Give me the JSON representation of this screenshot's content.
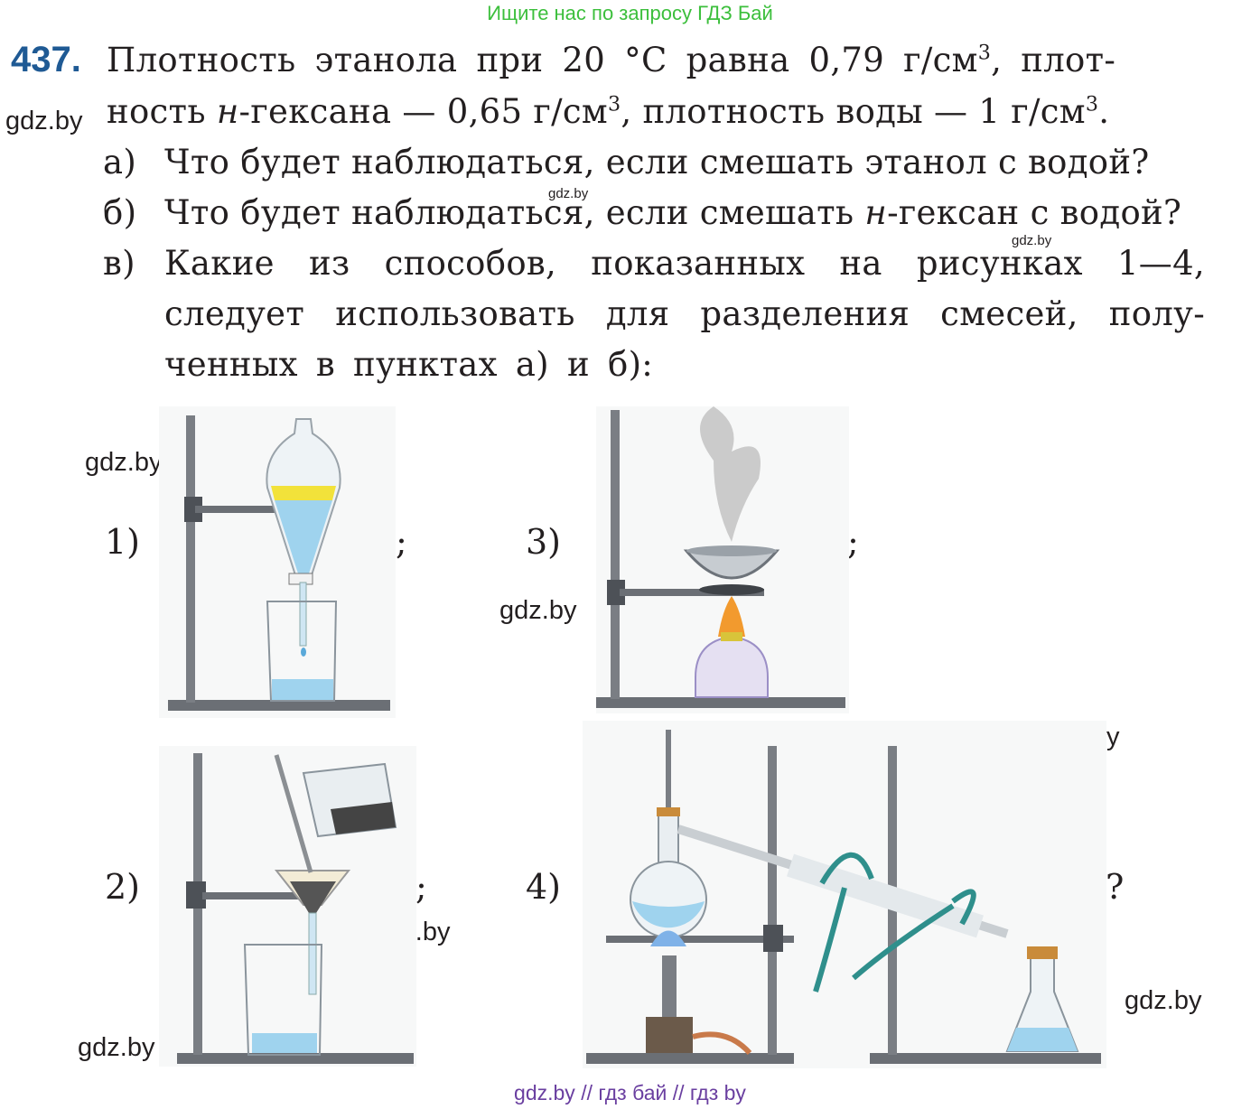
{
  "banner": "Ищите нас по запросу ГДЗ Бай",
  "problem": {
    "number": "437.",
    "line1": "Плотность этанола при 20 °С равна 0,79 г/см",
    "line1_sup": "3",
    "line1_end": ", плот-",
    "line2_a": "ность ",
    "line2_italic": "н",
    "line2_b": "-гексана — 0,65 г/см",
    "line2_sup1": "3",
    "line2_c": ", плотность воды — 1 г/см",
    "line2_sup2": "3",
    "line2_end": ".",
    "items": [
      {
        "label": "а)",
        "text": "Что будет наблюдаться, если смешать этанол с водой?"
      },
      {
        "label": "б)",
        "text_a": "Что будет наблюдаться, если смешать ",
        "text_italic": "н",
        "text_b": "-гексан с водой?"
      },
      {
        "label": "в)",
        "lines": [
          "Какие из способов, показанных на рисунках 1—4,",
          "следует использовать для разделения смесей, полу-",
          "ченных в пунктах а) и б):"
        ]
      }
    ]
  },
  "figures": {
    "fig1": {
      "label": "1)",
      "punct": ";"
    },
    "fig2": {
      "label": "2)",
      "punct": ";"
    },
    "fig3": {
      "label": "3)",
      "punct": ";"
    },
    "fig4": {
      "label": "4)",
      "punct": "?"
    }
  },
  "watermarks": {
    "big": "gdz.by",
    "small": "gdz.by"
  },
  "footer": "gdz.by  //  гдз бай  //  гдз by",
  "colors": {
    "banner": "#3cbf3c",
    "number": "#1f5a94",
    "footer": "#6a3fa0",
    "water": "#9fd3ee",
    "hexane": "#f2e23a",
    "stand": "#6b6f75"
  }
}
